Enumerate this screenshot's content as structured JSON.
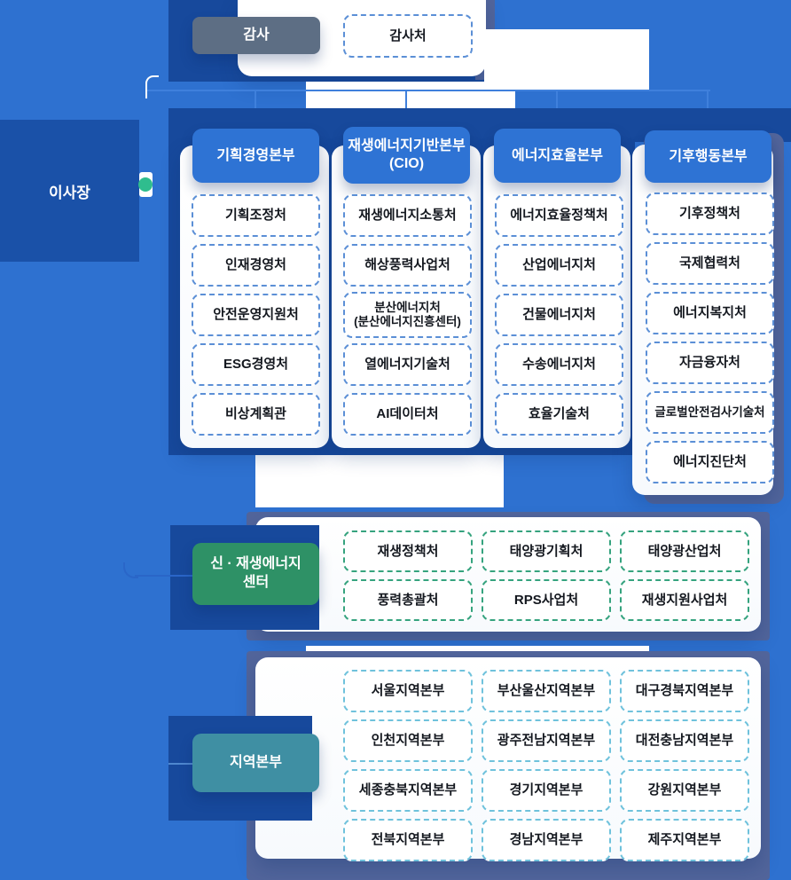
{
  "palette": {
    "background": "#2e71d0",
    "navy_block": "#17499c",
    "slate_shadow": "#52659b",
    "header_blue": "#2e73d4",
    "audit_gray": "#5d6e84",
    "center_green": "#2e9166",
    "regional_teal": "#3f8fa3",
    "dot_green": "#2fbd8e",
    "dash_blue": "#5b8fd6",
    "dash_green": "#35a37e",
    "dash_cyan": "#6fc2dc"
  },
  "leadership": {
    "chairman": "이사장",
    "auditor": "감사",
    "audit_office": "감사처"
  },
  "divisions": [
    {
      "name": "기획경영본부",
      "departments": [
        "기획조정처",
        "인재경영처",
        "안전운영지원처",
        "ESG경영처",
        "비상계획관"
      ]
    },
    {
      "name": "재생에너지기반본부\n(CIO)",
      "departments": [
        "재생에너지소통처",
        "해상풍력사업처",
        "분산에너지처\n(분산에너지진흥센터)",
        "열에너지기술처",
        "AI데이터처"
      ]
    },
    {
      "name": "에너지효율본부",
      "departments": [
        "에너지효율정책처",
        "산업에너지처",
        "건물에너지처",
        "수송에너지처",
        "효율기술처"
      ]
    },
    {
      "name": "기후행동본부",
      "departments": [
        "기후정책처",
        "국제협력처",
        "에너지복지처",
        "자금융자처",
        "글로벌안전검사기술처",
        "에너지진단처"
      ]
    }
  ],
  "center": {
    "name": "신 · 재생에너지\n센터",
    "departments": [
      "재생정책처",
      "태양광기획처",
      "태양광산업처",
      "풍력총괄처",
      "RPS사업처",
      "재생지원사업처"
    ]
  },
  "regional": {
    "name": "지역본부",
    "branches": [
      "서울지역본부",
      "부산울산지역본부",
      "대구경북지역본부",
      "인천지역본부",
      "광주전남지역본부",
      "대전충남지역본부",
      "세종충북지역본부",
      "경기지역본부",
      "강원지역본부",
      "전북지역본부",
      "경남지역본부",
      "제주지역본부"
    ]
  }
}
